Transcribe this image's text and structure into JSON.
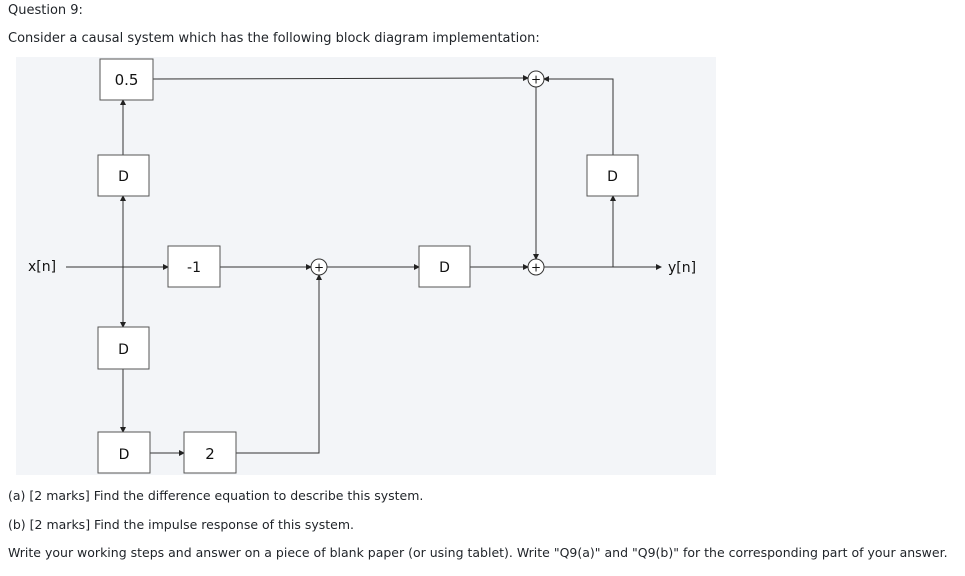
{
  "question": {
    "title": "Question 9:",
    "intro": "Consider a causal system which has the following block diagram implementation:"
  },
  "diagram": {
    "input_label": "x[n]",
    "output_label": "y[n]",
    "blocks": {
      "gain_top": "0.5",
      "delay_top": "D",
      "delay_mid": "D",
      "delay_bottom": "D",
      "gain_bottom": "2",
      "gain_neg": "-1",
      "delay_forward": "D",
      "delay_feedback": "D"
    },
    "adder_symbol": "+"
  },
  "parts": {
    "a": "(a) [2 marks] Find the difference equation to describe this system.",
    "b": "(b) [2 marks] Find the impulse response of this system.",
    "instructions": "Write your working steps and answer on a piece of blank paper (or using tablet). Write \"Q9(a)\" and \"Q9(b)\" for the corresponding part of your answer."
  }
}
